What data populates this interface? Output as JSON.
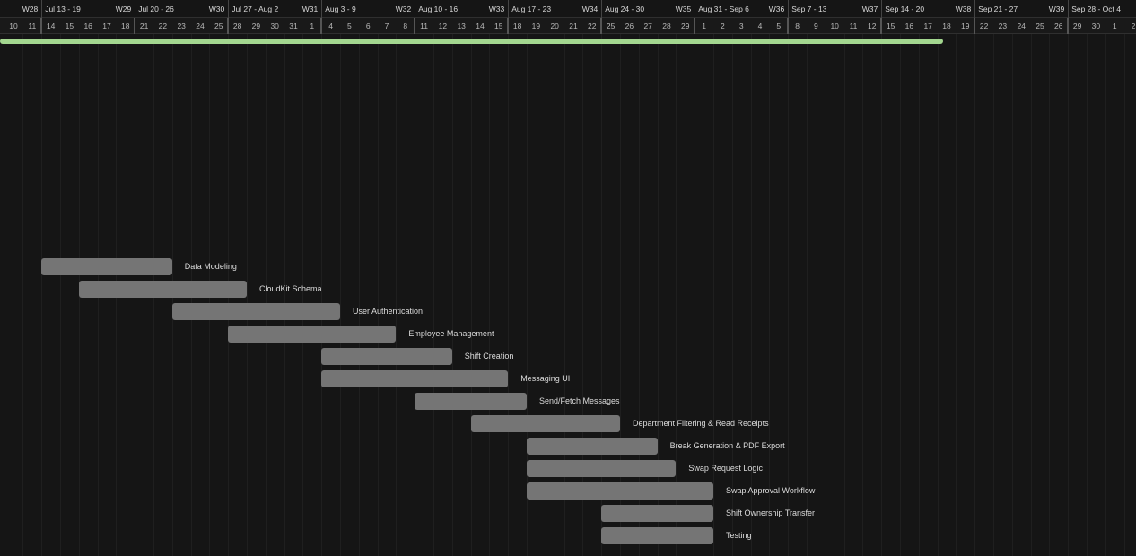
{
  "timeline": {
    "weeks": [
      {
        "num": "W28",
        "range": "Jul 13 - 19"
      },
      {
        "num": "W29",
        "range": "Jul 20 - 26"
      },
      {
        "num": "W30",
        "range": "Jul 27 - Aug 2"
      },
      {
        "num": "W31",
        "range": "Aug 3 - 9"
      },
      {
        "num": "W32",
        "range": "Aug 10 - 16"
      },
      {
        "num": "W33",
        "range": "Aug 17 - 23"
      },
      {
        "num": "W34",
        "range": "Aug 24 - 30"
      },
      {
        "num": "W35",
        "range": "Aug 31 - Sep 6"
      },
      {
        "num": "W36",
        "range": "Sep 7 - 13"
      },
      {
        "num": "W37",
        "range": "Sep 14 - 20"
      },
      {
        "num": "W38",
        "range": "Sep 21 - 27"
      },
      {
        "num": "W39",
        "range": "Sep 28 - Oct 4"
      }
    ],
    "days": [
      "10",
      "11",
      "14",
      "15",
      "16",
      "17",
      "18",
      "21",
      "22",
      "23",
      "24",
      "25",
      "28",
      "29",
      "30",
      "31",
      "1",
      "4",
      "5",
      "6",
      "7",
      "8",
      "11",
      "12",
      "13",
      "14",
      "15",
      "18",
      "19",
      "20",
      "21",
      "22",
      "25",
      "26",
      "27",
      "28",
      "29",
      "1",
      "2",
      "3",
      "4",
      "5",
      "8",
      "9",
      "10",
      "11",
      "12",
      "15",
      "16",
      "17",
      "18",
      "19",
      "22",
      "23",
      "24",
      "25",
      "26",
      "29",
      "30",
      "1",
      "2"
    ]
  },
  "overall_progress": 0.83,
  "tasks": [
    {
      "label": "Data Modeling",
      "start": "Jul 13",
      "end": "Jul 22"
    },
    {
      "label": "CloudKit Schema",
      "start": "Jul 16",
      "end": "Jul 27"
    },
    {
      "label": "User Authentication",
      "start": "Jul 23",
      "end": "Aug 3"
    },
    {
      "label": "Employee Management",
      "start": "Jul 28",
      "end": "Aug 7"
    },
    {
      "label": "Shift Creation",
      "start": "Aug 4",
      "end": "Aug 12"
    },
    {
      "label": "Messaging UI",
      "start": "Aug 4",
      "end": "Aug 15"
    },
    {
      "label": "Send/Fetch Messages",
      "start": "Aug 9",
      "end": "Aug 18"
    },
    {
      "label": "Department Filtering & Read Receipts",
      "start": "Aug 14",
      "end": "Aug 23"
    },
    {
      "label": "Break Generation & PDF Export",
      "start": "Aug 19",
      "end": "Aug 27"
    },
    {
      "label": "Swap Request Logic",
      "start": "Aug 19",
      "end": "Aug 28"
    },
    {
      "label": "Swap Approval Workflow",
      "start": "Aug 19",
      "end": "Aug 31"
    },
    {
      "label": "Shift Ownership Transfer",
      "start": "Aug 24",
      "end": "Aug 31"
    },
    {
      "label": "Testing",
      "start": "Aug 24",
      "end": "Aug 31"
    }
  ]
}
